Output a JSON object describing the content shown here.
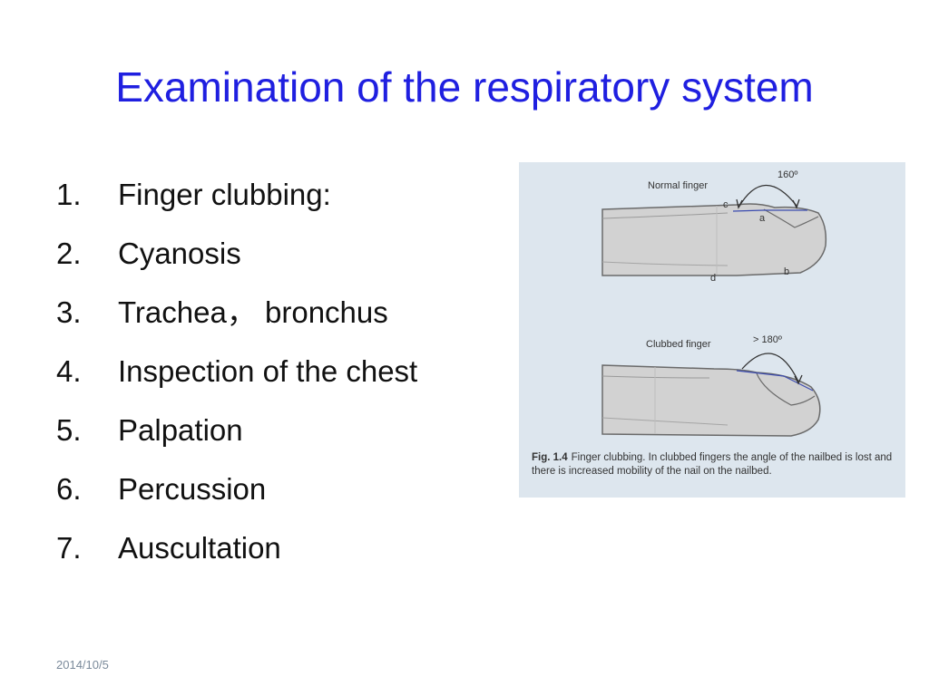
{
  "slide": {
    "title": "Examination of the respiratory system",
    "items": [
      {
        "num": "1.",
        "text": "Finger clubbing:"
      },
      {
        "num": "2.",
        "text": "Cyanosis"
      },
      {
        "num": "3.",
        "text": "Trachea， bronchus"
      },
      {
        "num": "4.",
        "text": "Inspection of the chest"
      },
      {
        "num": "5.",
        "text": "Palpation"
      },
      {
        "num": "6.",
        "text": "Percussion"
      },
      {
        "num": "7.",
        "text": "Auscultation"
      }
    ],
    "date": "2014/10/5"
  },
  "figure": {
    "normal_label": "Normal finger",
    "normal_angle": "160º",
    "clubbed_label": "Clubbed finger",
    "clubbed_angle": "> 180º",
    "point_labels": {
      "a": "a",
      "b": "b",
      "c": "c",
      "d": "d"
    },
    "caption_label": "Fig. 1.4",
    "caption_text": "Finger clubbing. In clubbed fingers the angle of the nailbed is lost and there is increased mobility of the nail on the nailbed.",
    "colors": {
      "finger": "#d2d2d2",
      "outline": "#6a6a6a",
      "angle_line": "#3b4bb0",
      "background": "#dde6ee"
    }
  }
}
